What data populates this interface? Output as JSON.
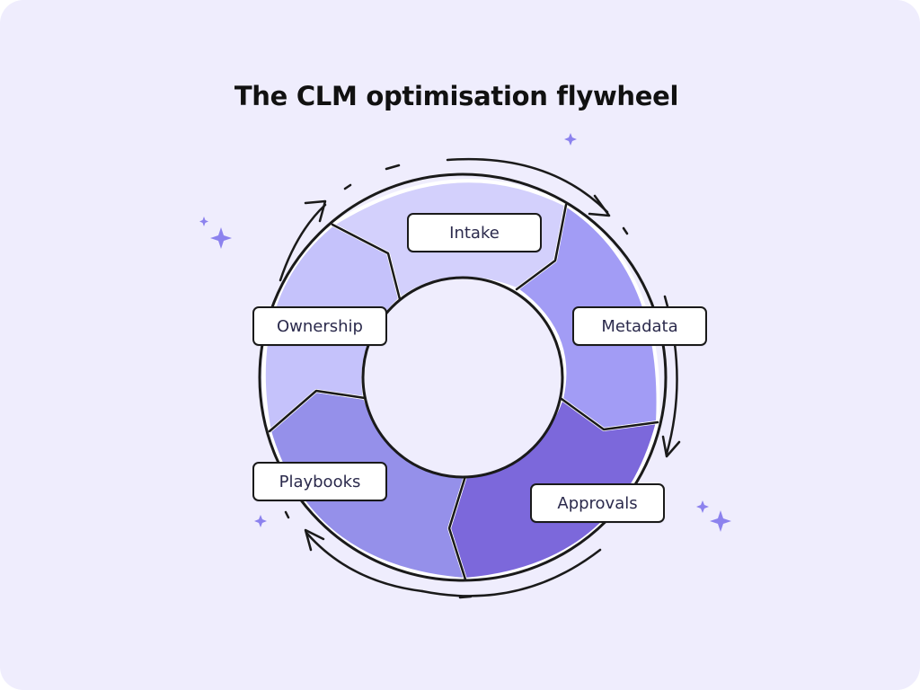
{
  "title": "The CLM optimisation flywheel",
  "stages": [
    {
      "label": "Intake",
      "color": "#d3d0fc"
    },
    {
      "label": "Metadata",
      "color": "#a29cf5"
    },
    {
      "label": "Approvals",
      "color": "#7c68db"
    },
    {
      "label": "Playbooks",
      "color": "#9590ea"
    },
    {
      "label": "Ownership",
      "color": "#c5c2fb"
    }
  ],
  "colors": {
    "background": "#efedfd",
    "outline": "#1a1a1a",
    "sparkle": "#8c82ee"
  },
  "icons": [
    "sparkle-icon",
    "arrow-icon"
  ]
}
